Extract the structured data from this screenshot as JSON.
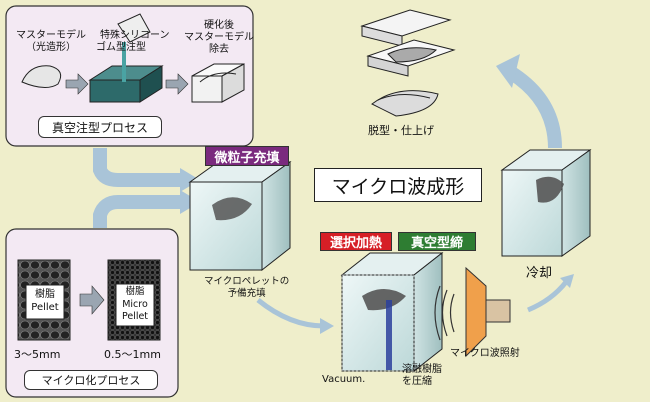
{
  "title": "マイクロ波成形",
  "process_top_left": {
    "label": "真空注型プロセス",
    "step1": [
      "マスターモデル",
      "（光造形）"
    ],
    "step2": [
      "特殊シリコーン",
      "ゴム型注型"
    ],
    "step3": [
      "硬化後",
      "マスターモデル",
      "除去"
    ]
  },
  "process_bottom_left": {
    "label": "マイクロ化プロセス",
    "pellet": [
      "樹脂",
      "Pellet"
    ],
    "micro_pellet": [
      "樹脂",
      "Micro",
      "Pellet"
    ],
    "size_pellet": "3～5mm",
    "size_micro": "0.5～1mm"
  },
  "tags": {
    "fill": "微粒子充填",
    "heat": "選択加熱",
    "clamp": "真空型締"
  },
  "labels": {
    "prefill": [
      "マイクロペレットの",
      "予備充填"
    ],
    "vacuum": "Vacuum.",
    "compress": [
      "溶融樹脂",
      "を圧縮"
    ],
    "microwave": "マイクロ波照射",
    "cooling": "冷却",
    "demold": "脱型・仕上げ"
  },
  "colors": {
    "background": "#efeecb",
    "fill_tag": "#7a2a7e",
    "heat_tag": "#d61f26",
    "clamp_tag": "#2e7d32",
    "box_bg": "#f1e8f2",
    "arrow": "#a9c4d8",
    "microwave": "#f0a04b"
  }
}
